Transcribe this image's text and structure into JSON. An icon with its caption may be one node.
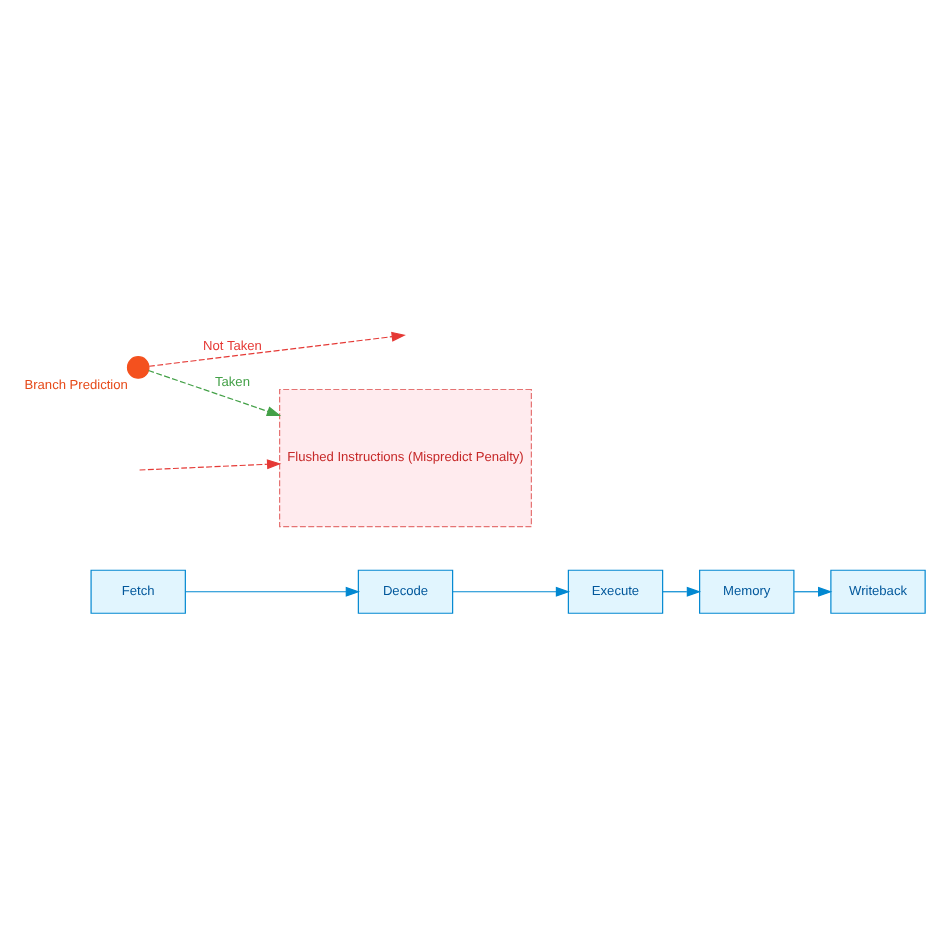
{
  "diagram": {
    "nodes": [
      {
        "text": [
          "Fetch"
        ]
      },
      {
        "text": [
          "Decode"
        ]
      },
      {
        "text": [
          "Execute"
        ]
      },
      {
        "text": [
          "Memory"
        ]
      },
      {
        "text": [
          "Writeback"
        ]
      },
      {
        "text": [],
        "shape": "circle",
        "beside": [
          "Branch Prediction"
        ]
      },
      {
        "text": [
          "Flushed Instructions (Mispredict Penalty)"
        ]
      }
    ],
    "edges": [
      {
        "from": 0,
        "to": 1,
        "arrow": "to"
      },
      {
        "from": 1,
        "to": 2,
        "arrow": "to"
      },
      {
        "from": 2,
        "to": 3,
        "arrow": "to"
      },
      {
        "from": 3,
        "to": 4,
        "arrow": "to"
      },
      {
        "from": 5,
        "to": null,
        "arrow": "to",
        "label": "Not Taken",
        "style": "dashed",
        "color": "#e53935"
      },
      {
        "from": 5,
        "to": 6,
        "arrow": "to",
        "label": "Taken",
        "style": "dashed",
        "color": "#43a047"
      },
      {
        "from": null,
        "to": 6,
        "arrow": "to",
        "style": "dashed",
        "color": "#e53935"
      }
    ]
  }
}
